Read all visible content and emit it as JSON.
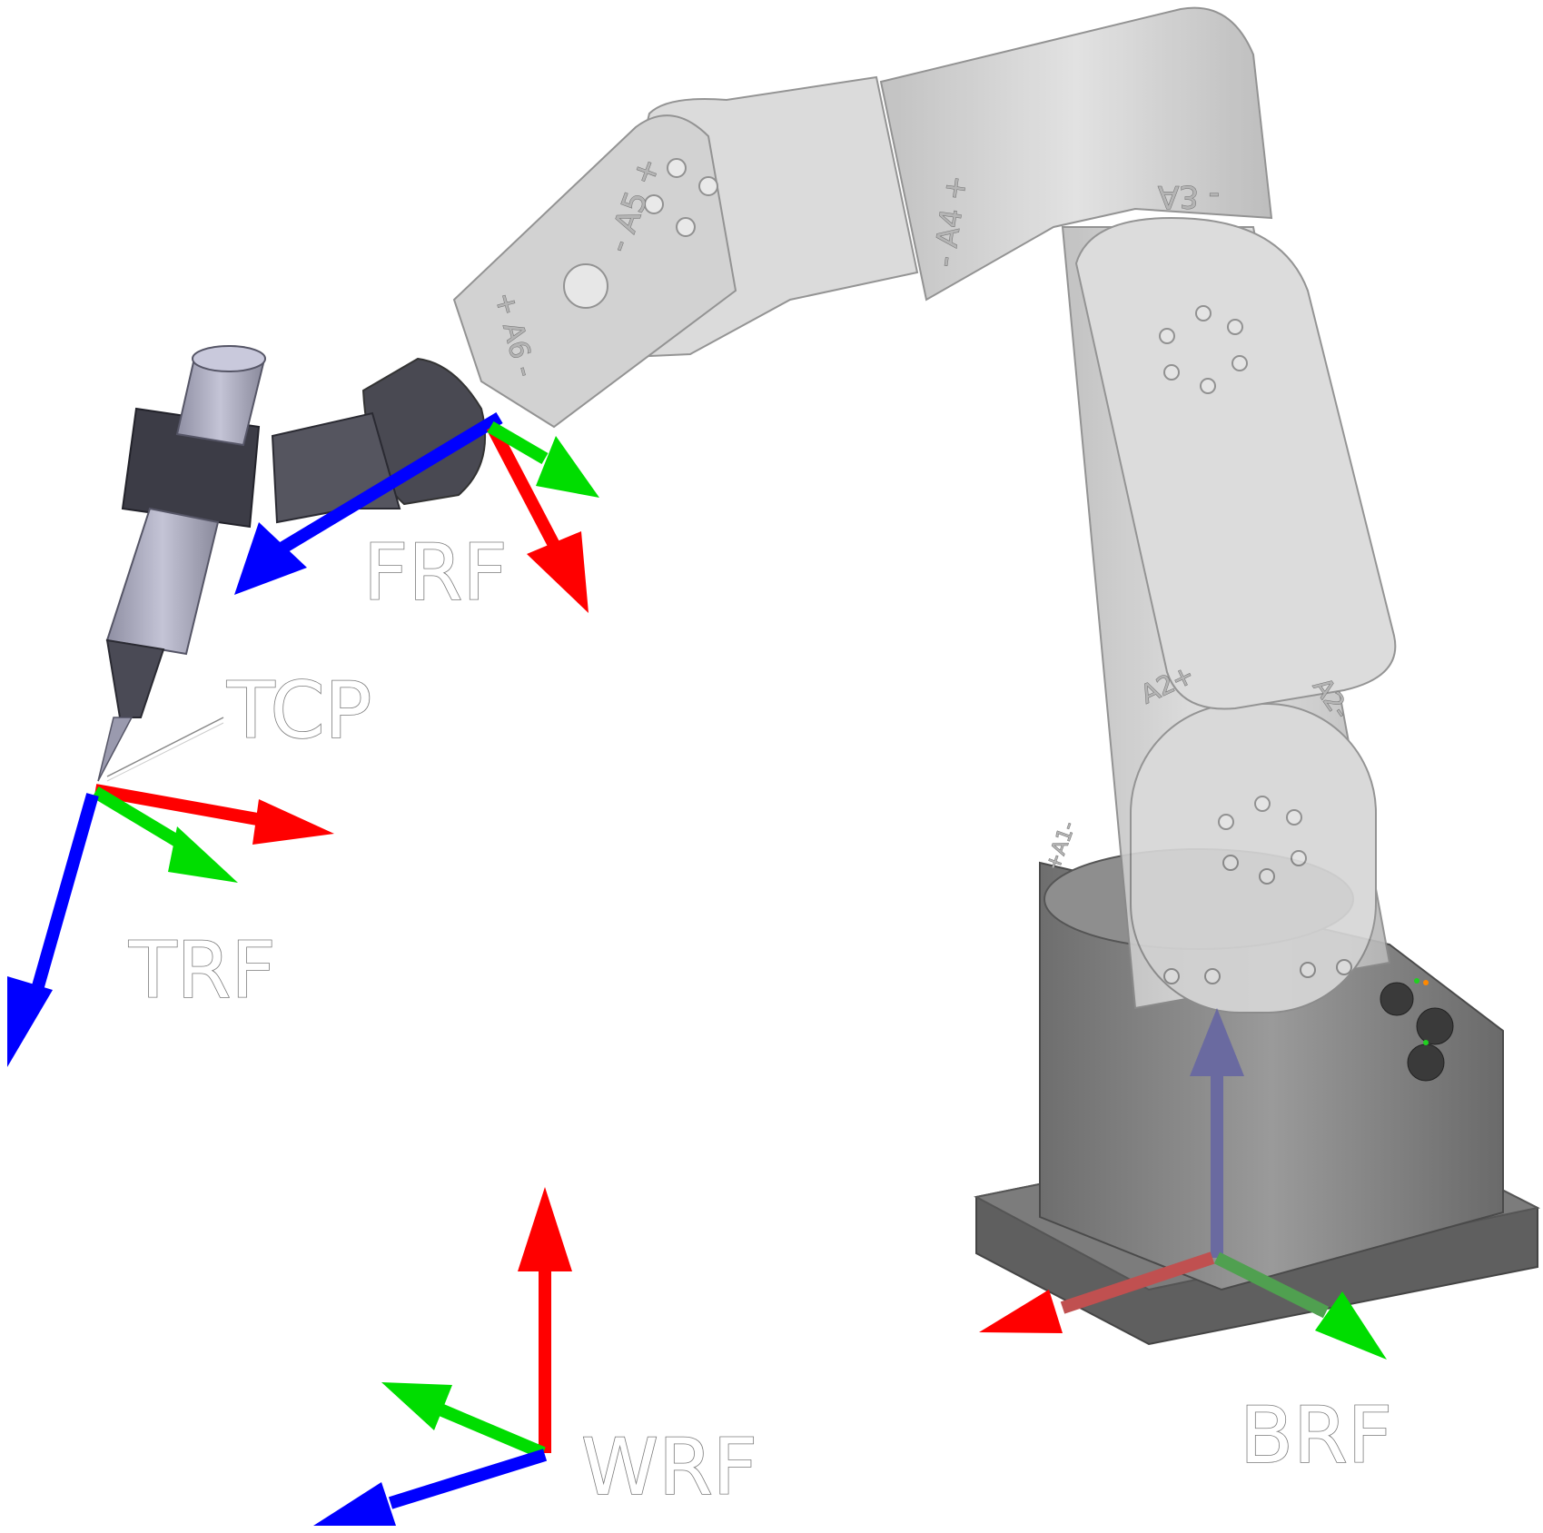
{
  "frame_labels": {
    "frl": "FRF",
    "tcp": "TCP",
    "trf": "TRF",
    "wrf": "WRF",
    "brf": "BRF"
  },
  "joint_labels": {
    "a2_plus": "A2+",
    "a2_minus": "A2-",
    "a3_minus": "A3 -",
    "a4": "- A4 +",
    "a5": "- A5 +",
    "a6": "+ A6 -",
    "a1": "+A1-"
  },
  "colors": {
    "axis_x": "#ff0000",
    "axis_y": "#00dd00",
    "axis_z": "#0000ff",
    "robot_body": "#d2d2d2",
    "robot_base": "#8a8a8a",
    "tool": "#a3a3b8"
  }
}
